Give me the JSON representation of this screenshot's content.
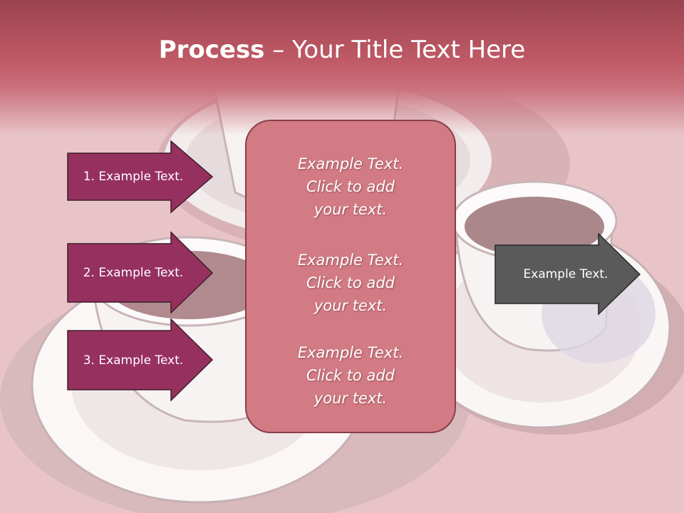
{
  "title": {
    "bold": "Process",
    "rest": " – Your Title Text Here"
  },
  "left_steps": [
    {
      "label": "1. Example Text."
    },
    {
      "label": "2. Example Text."
    },
    {
      "label": "3. Example Text."
    }
  ],
  "center_box": {
    "blocks": [
      {
        "line1": "Example Text.",
        "line2": "Click  to add",
        "line3": "your text."
      },
      {
        "line1": "Example Text.",
        "line2": "Click  to add",
        "line3": "your text."
      },
      {
        "line1": "Example Text.",
        "line2": "Click  to add",
        "line3": "your text."
      }
    ]
  },
  "right_step": {
    "label": "Example Text."
  },
  "colors": {
    "title_bar": "#bf5a66",
    "step_fill": "#96305f",
    "center_fill": "#d27b84",
    "right_fill": "#5a5a5a"
  }
}
